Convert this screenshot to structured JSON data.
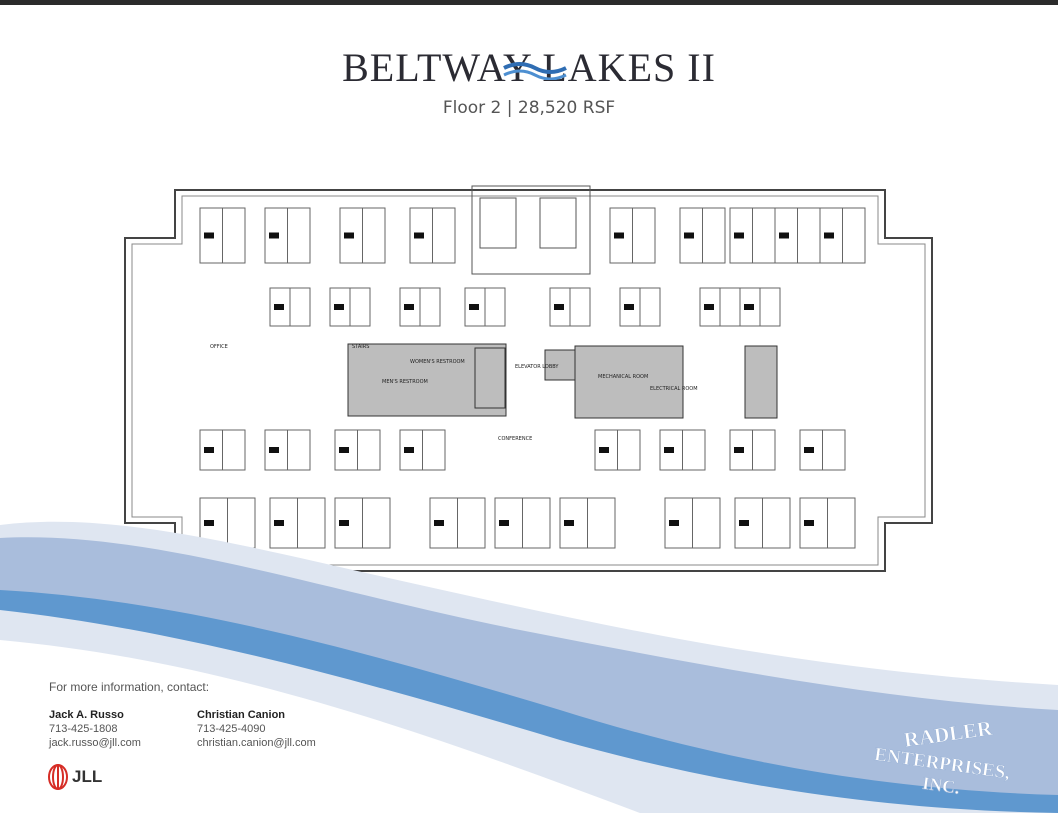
{
  "header": {
    "title": "BELTWAY LAKES II",
    "subtitle": "Floor 2 | 28,520 RSF"
  },
  "floorplan": {
    "rooms": [
      {
        "label": "MECHANICAL ROOM"
      },
      {
        "label": "ELECTRICAL ROOM"
      },
      {
        "label": "WOMEN'S RESTROOM"
      },
      {
        "label": "MEN'S RESTROOM"
      },
      {
        "label": "ELEVATOR LOBBY"
      },
      {
        "label": "CONFERENCE"
      },
      {
        "label": "STAIRS"
      },
      {
        "label": "OFFICE"
      }
    ]
  },
  "contact": {
    "intro": "For more information, contact:",
    "people": [
      {
        "name": "Jack A. Russo",
        "phone": "713-425-1808",
        "email": "jack.russo@jll.com"
      },
      {
        "name": "Christian Canion",
        "phone": "713-425-4090",
        "email": "christian.canion@jll.com"
      }
    ]
  },
  "branding": {
    "jll_text": "JLL",
    "radler_line1": "RADLER",
    "radler_line2": "ENTERPRISES,",
    "radler_line3": "INC."
  },
  "colors": {
    "wave_light": "#dfe6f1",
    "wave_mid": "#a9bddc",
    "wave_blue": "#5f98cf",
    "jll_red": "#d62d26",
    "wall": "#444444"
  }
}
